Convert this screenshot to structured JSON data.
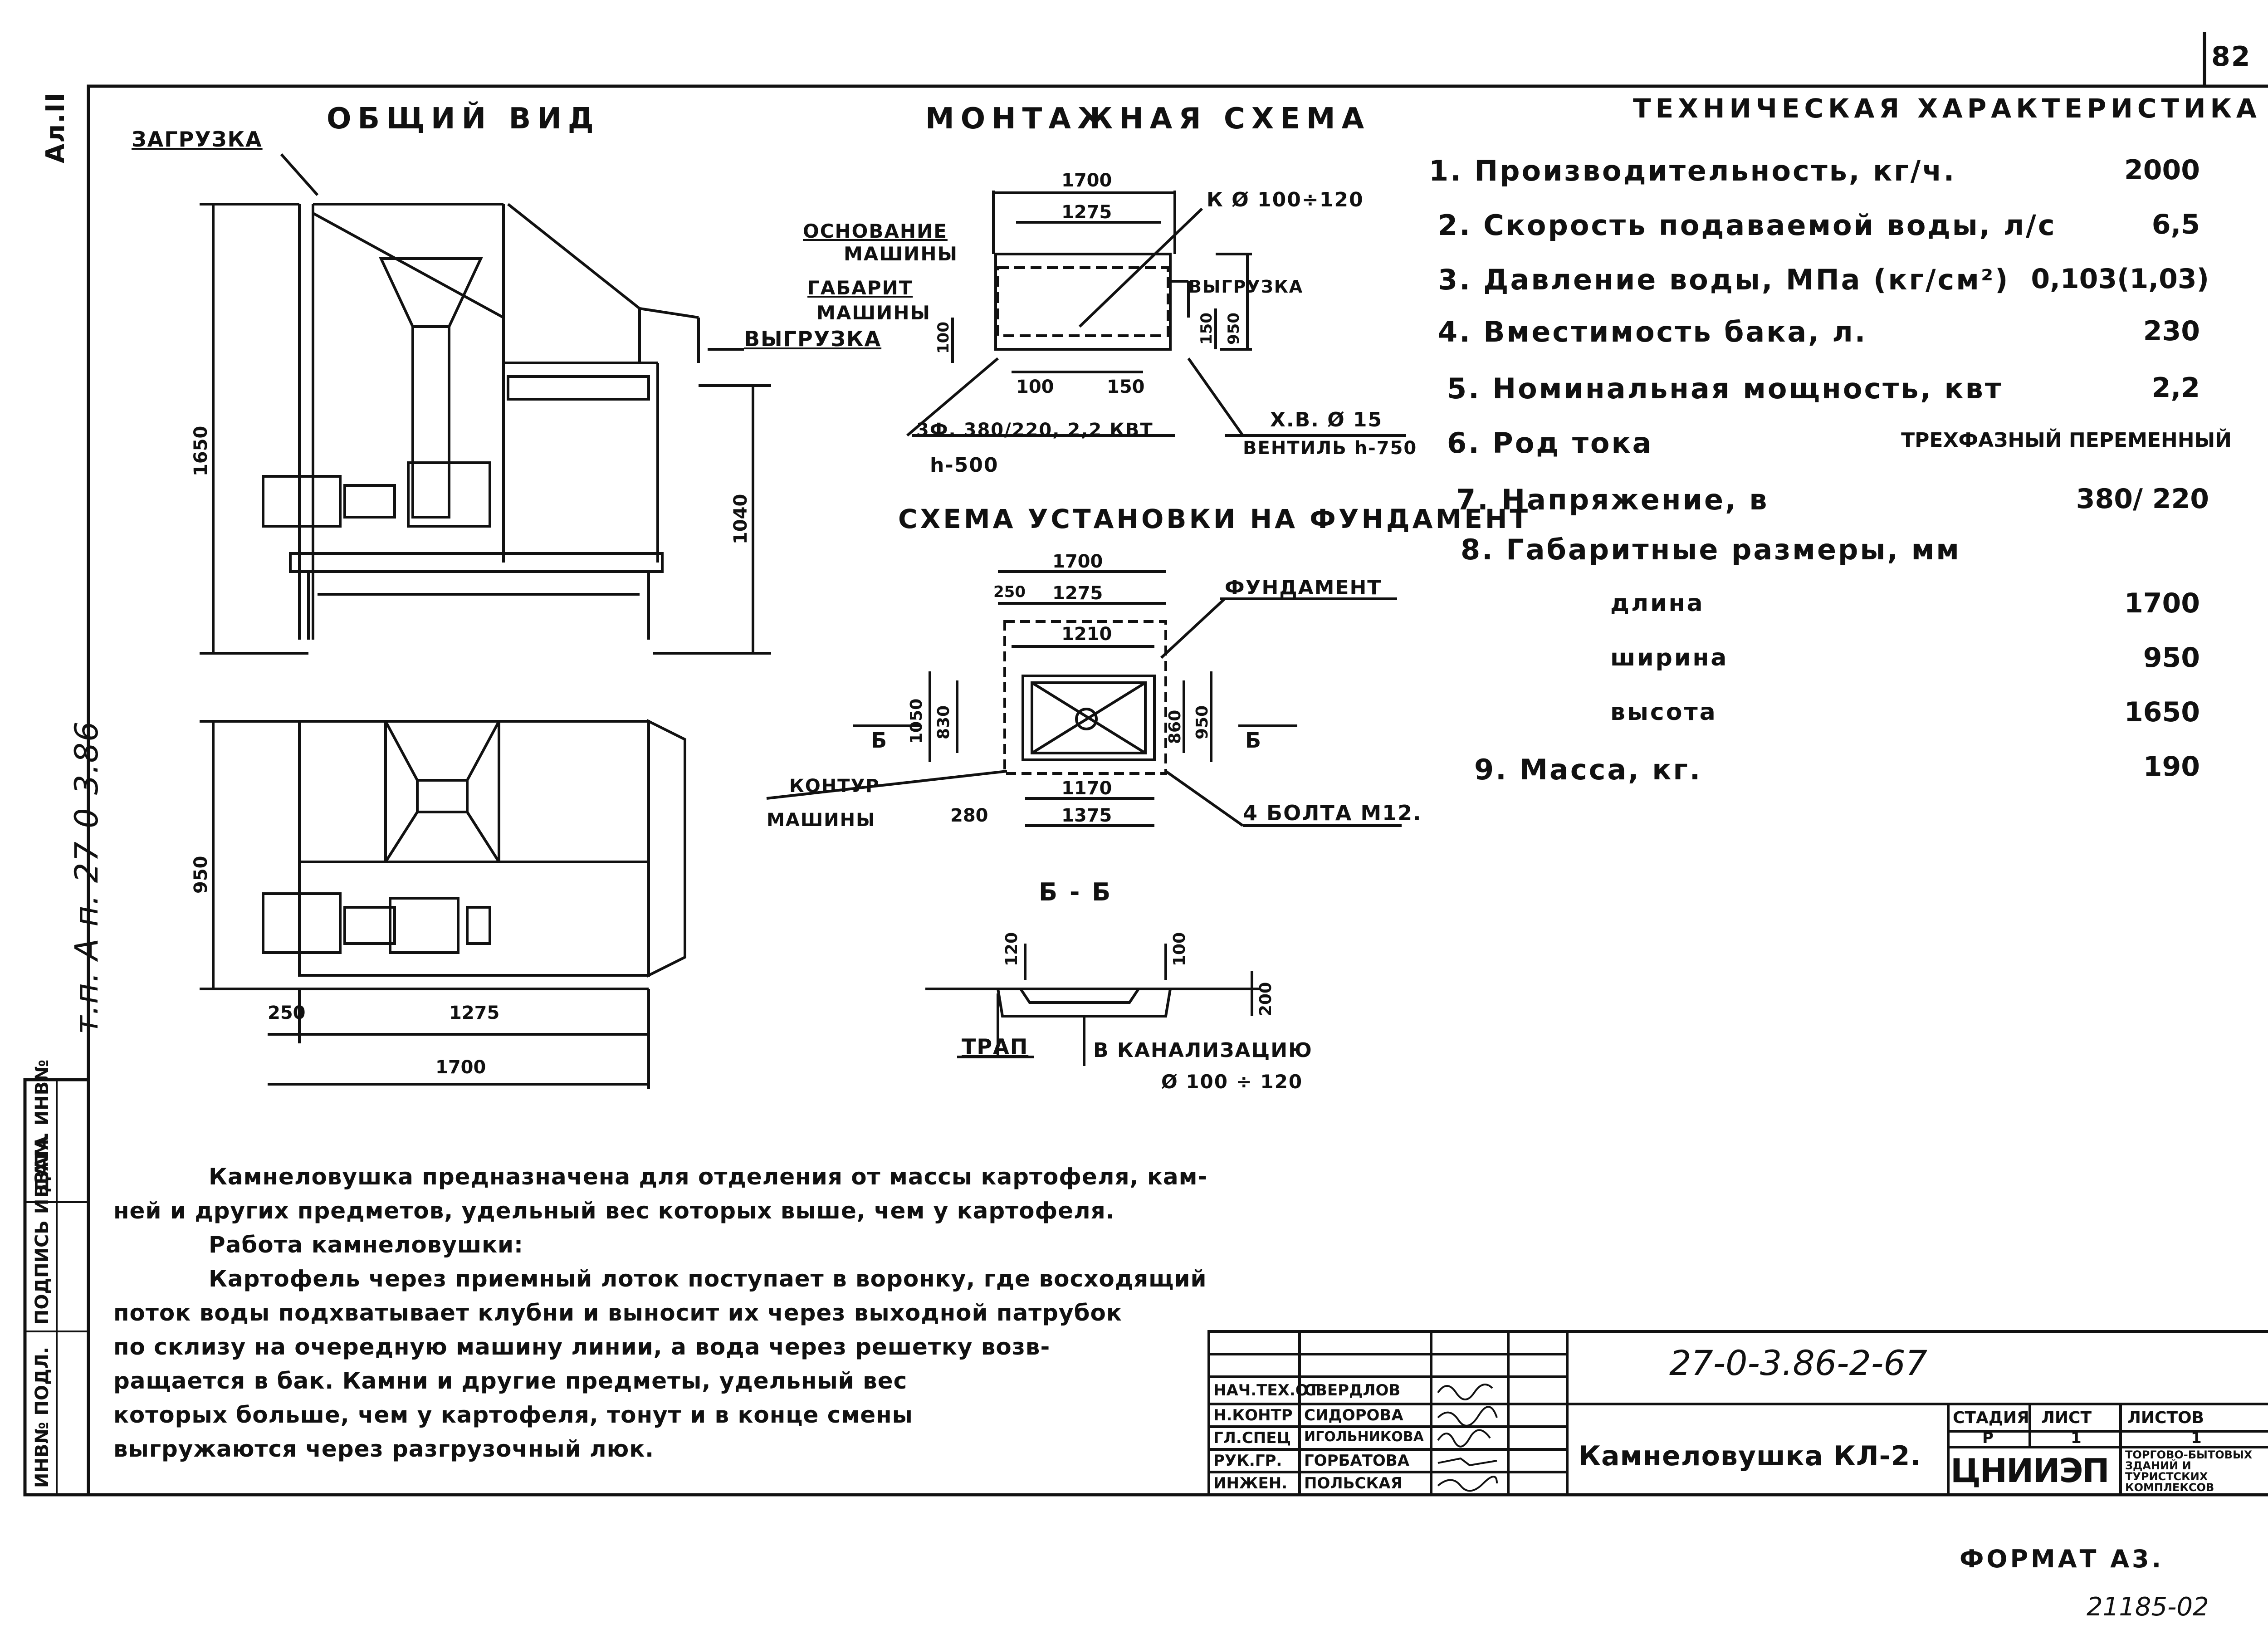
{
  "sheet": {
    "sheet_no": "82",
    "corner_mark": "Ал.II",
    "side_code": "т.п. А п. 27-0-3.86",
    "format": "ФОРМАТ А3.",
    "inv_code": "21185-02"
  },
  "side_stamp": {
    "inv_orig": "ИНВ№ ПОДЛ.",
    "sign_date": "ПОДПИСЬ И ДАТА",
    "replace_inv": "ВЗАМ. ИНВ№"
  },
  "general_view": {
    "title": "ОБЩИЙ ВИД",
    "load_label": "ЗАГРУЗКА",
    "unload_label": "ВЫГРУЗКА",
    "dim_height": "1650",
    "dim_1040": "1040",
    "dim_950": "950",
    "dim_250": "250",
    "dim_1275": "1275",
    "dim_1700": "1700"
  },
  "mounting": {
    "title": "МОНТАЖНАЯ СХЕМА",
    "base_label_1": "ОСНОВАНИЕ",
    "base_label_2": "МАШИНЫ",
    "gabarit_label_1": "ГАБАРИТ",
    "gabarit_label_2": "МАШИНЫ",
    "k_label": "К Ø 100÷120",
    "unload_label": "ВЫГРУЗКА",
    "d1700": "1700",
    "d1275": "1275",
    "d100a": "100",
    "d100b": "100",
    "d150a": "150",
    "d150b": "150",
    "d950": "950",
    "power_label": "3Ф. 380/220, 2,2 КВТ",
    "h_label": "h-500",
    "xv_label": "Х.В. Ø 15",
    "valve_label": "ВЕНТИЛЬ h-750"
  },
  "foundation": {
    "title": "СХЕМА УСТАНОВКИ НА ФУНДАМЕНТ",
    "d1700": "1700",
    "d250": "250",
    "d1275": "1275",
    "d1210": "1210",
    "d1050": "1050",
    "d830": "830",
    "d860": "860",
    "d950": "950",
    "d1170": "1170",
    "d1375": "1375",
    "d280": "280",
    "fund_label": "ФУНДАМЕНТ",
    "contour_1": "КОНТУР",
    "contour_2": "МАШИНЫ",
    "bolts_label": "4 БОЛТА М12.",
    "b_left": "Б",
    "b_right": "Б"
  },
  "section": {
    "title": "Б - Б",
    "d120": "120",
    "d100": "100",
    "d200": "200",
    "trap": "ТРАП",
    "sewer": "В КАНАЛИЗАЦИЮ",
    "sewer_d": "Ø 100 ÷ 120"
  },
  "tech": {
    "title": "ТЕХНИЧЕСКАЯ ХАРАКТЕРИСТИКА",
    "items": [
      {
        "label": "1. Производительность, кг/ч.",
        "value": "2000"
      },
      {
        "label": "2. Скорость подаваемой воды, л/с",
        "value": "6,5"
      },
      {
        "label": "3. Давление воды, МПа (кг/см²)",
        "value": "0,103(1,03)"
      },
      {
        "label": "4. Вместимость бака, л.",
        "value": "230"
      },
      {
        "label": "5. Номинальная мощность, квт",
        "value": "2,2"
      },
      {
        "label": "6. Род тока",
        "value": "ТРЕХФАЗНЫЙ ПЕРЕМЕННЫЙ"
      },
      {
        "label": "7. Напряжение, в",
        "value": "380/ 220"
      },
      {
        "label": "8. Габаритные размеры, мм",
        "value": ""
      },
      {
        "label": "длина",
        "value": "1700"
      },
      {
        "label": "ширина",
        "value": "950"
      },
      {
        "label": "высота",
        "value": "1650"
      },
      {
        "label": "9. Масса, кг.",
        "value": "190"
      }
    ]
  },
  "description": {
    "lines": [
      "Камнеловушка предназначена для отделения от массы картофеля, кам-",
      "ней и других предметов, удельный вес которых выше, чем у картофеля.",
      "Работа камнеловушки:",
      "Картофель через приемный лоток поступает в воронку, где восходящий",
      "поток воды подхватывает клубни и выносит их через выходной патрубок",
      "по склизу на очередную машину линии, а вода через решетку возв-",
      "ращается в бак. Камни и другие предметы, удельный вес",
      "которых больше, чем у картофеля, тонут и в конце смены",
      "выгружаются через разгрузочный люк."
    ]
  },
  "title_block": {
    "doc_code": "27-0-3.86-2-67",
    "name": "Камнеловушка КЛ-2.",
    "stage_h": "СТАДИЯ",
    "sheet_h": "ЛИСТ",
    "sheets_h": "ЛИСТОВ",
    "stage": "Р",
    "sheet": "1",
    "sheets": "1",
    "org": "ЦНИИЭП",
    "org_desc": "ТОРГОВО-БЫТОВЫХ ЗДАНИЙ И ТУРИСТСКИХ КОМПЛЕКСОВ",
    "signers": [
      {
        "role": "НАЧ.ТЕХ.ОТ",
        "name": "СВЕРДЛОВ"
      },
      {
        "role": "Н.КОНТР",
        "name": "СИДОРОВА"
      },
      {
        "role": "ГЛ.СПЕЦ",
        "name": "ИГОЛЬНИКОВА"
      },
      {
        "role": "РУК.ГР.",
        "name": "ГОРБАТОВА"
      },
      {
        "role": "ИНЖЕН.",
        "name": "ПОЛЬСКАЯ"
      }
    ]
  }
}
